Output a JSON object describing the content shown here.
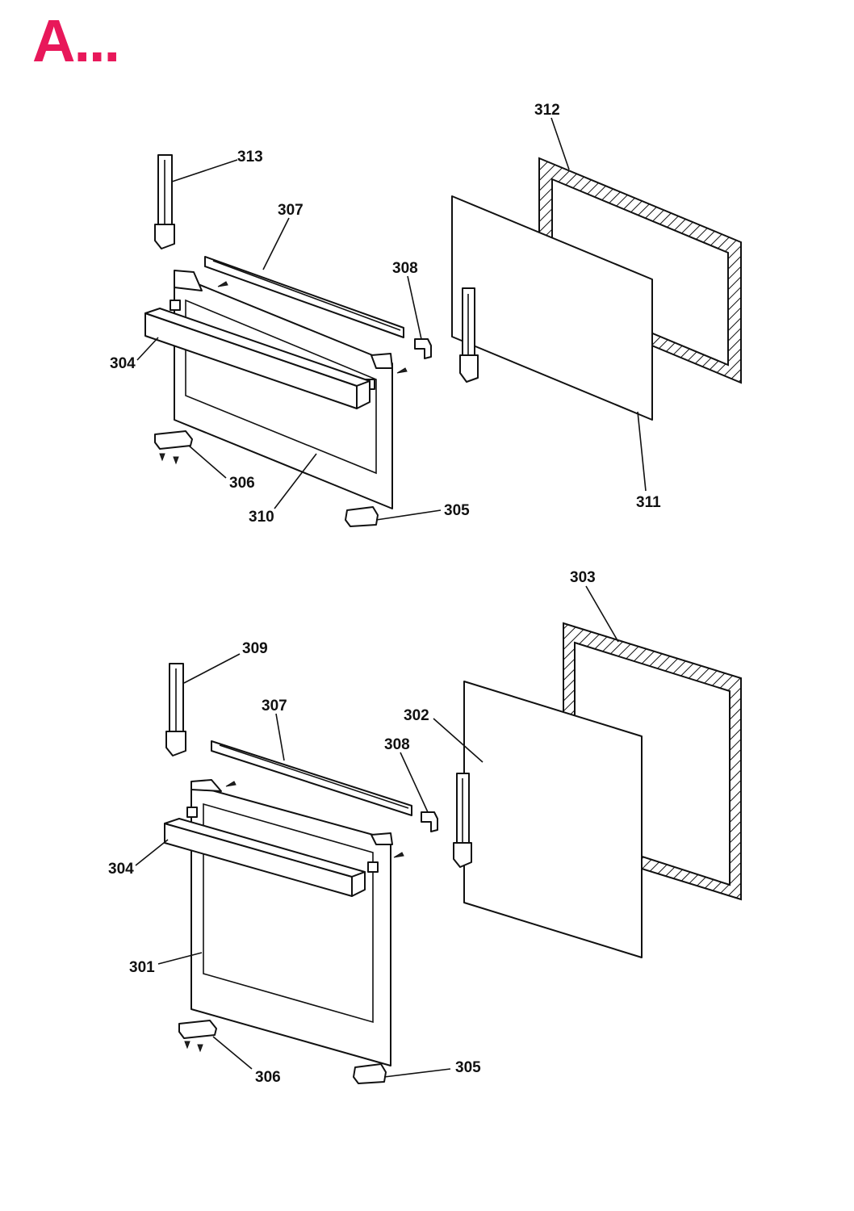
{
  "title": "A...",
  "callouts": {
    "upper": {
      "c312": "312",
      "c313": "313",
      "c307": "307",
      "c308": "308",
      "c304": "304",
      "c306": "306",
      "c310": "310",
      "c305": "305",
      "c311": "311"
    },
    "lower": {
      "c303": "303",
      "c309": "309",
      "c307": "307",
      "c302": "302",
      "c308": "308",
      "c304": "304",
      "c301": "301",
      "c306": "306",
      "c305": "305"
    }
  },
  "colors": {
    "title": "#e8185a",
    "lines": "#111111"
  }
}
